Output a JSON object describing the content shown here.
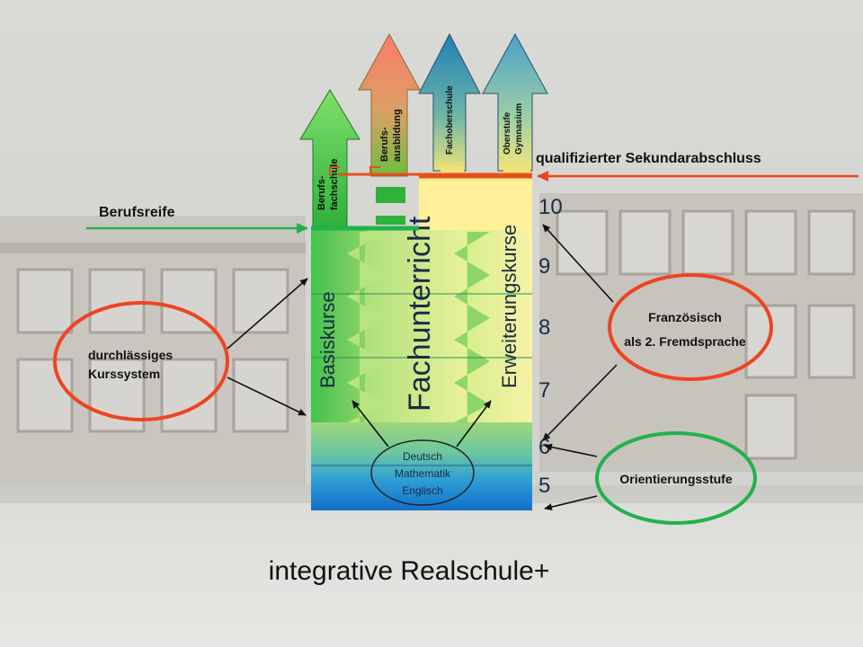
{
  "arrows": {
    "berufsfachschule": "Berufs-\nfachschule",
    "berufsausbildung": "Berufs-\nausbildung",
    "fachoberschule": "Fachoberschule",
    "oberstufe": "Oberstufe\nGymnasium"
  },
  "labels": {
    "qualifizierter": "qualifizierter Sekundarabschluss",
    "berufsreife": "Berufsreife",
    "basiskurse": "Basiskurse",
    "fachunterricht": "Fachunterricht",
    "erweiterungskurse": "Erweiterungskurse",
    "core_line1": "Deutsch",
    "core_line2": "Mathematik",
    "core_line3": "Englisch"
  },
  "grades": [
    "10",
    "9",
    "8",
    "7",
    "6",
    "5"
  ],
  "callouts": {
    "durchlaessig_line1": "durchlässiges",
    "durchlaessig_line2": "Kurssystem",
    "franz_line1": "Französisch",
    "franz_line2": "als 2. Fremdsprache",
    "orientierung": "Orientierungsstufe"
  },
  "title": "integrative Realschule+",
  "colors": {
    "green": "#22b14c",
    "red": "#ee4422",
    "orange": "#e8501a",
    "yellow": "#fff27a",
    "blue": "#1a7fd6"
  }
}
